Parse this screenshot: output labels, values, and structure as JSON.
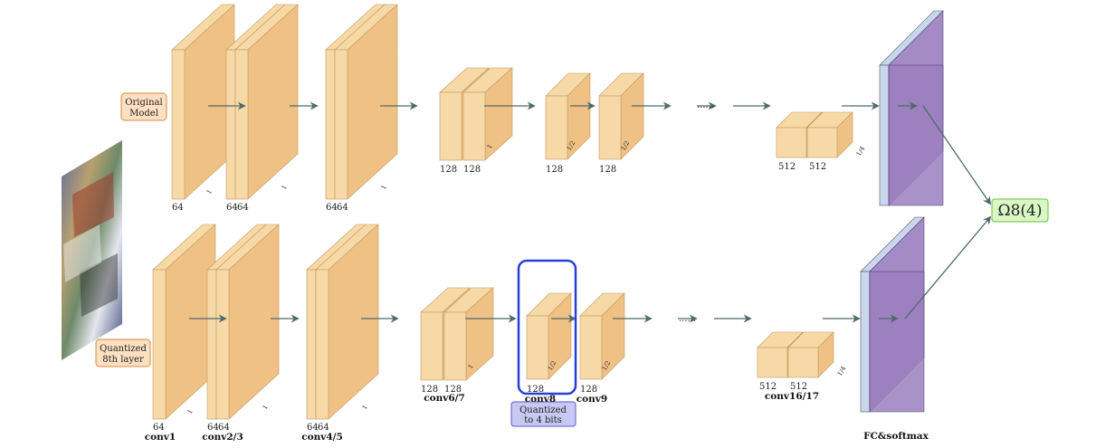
{
  "rows": {
    "top": {
      "tag": [
        "Original",
        "Model"
      ],
      "channels": [
        "64",
        "64",
        "64",
        "64",
        "64",
        "128",
        "128",
        "128",
        "128",
        "512",
        "512"
      ],
      "scales": [
        "1",
        "1",
        "1",
        "1",
        "1/2",
        "1/2",
        "1/4"
      ],
      "dots": "......"
    },
    "bottom": {
      "tag": [
        "Quantized",
        "8th layer"
      ],
      "channels": [
        "64",
        "64",
        "64",
        "64",
        "64",
        "128",
        "128",
        "128",
        "128",
        "512",
        "512"
      ],
      "scales": [
        "1",
        "1",
        "1",
        "1",
        "1/2",
        "1/2",
        "1/4"
      ],
      "dots": "......",
      "block_names": [
        "conv1",
        "conv2/3",
        "conv4/5",
        "conv6/7",
        "conv8",
        "conv9",
        "conv16/17"
      ]
    }
  },
  "quant_note": [
    "Quantized",
    "to 4 bits"
  ],
  "fc_label": "FC&softmax",
  "output_label": "Ω8(4)",
  "colors": {
    "conv_front": "#f7d9a8",
    "conv_side": "#f0c184",
    "conv_edge": "#c09a5e",
    "fc_blue": "#c9d7ec",
    "fc_purple": "#9b7fbf",
    "arrow": "#4f6a6a",
    "highlight": "#2a3fd6",
    "tag_fill": "#fde0c2",
    "tag_stroke": "#d78a40",
    "note_fill": "#c8c8f2",
    "note_stroke": "#5a5ad0",
    "out_fill": "#d9f7c4",
    "out_stroke": "#6bbf4a"
  }
}
